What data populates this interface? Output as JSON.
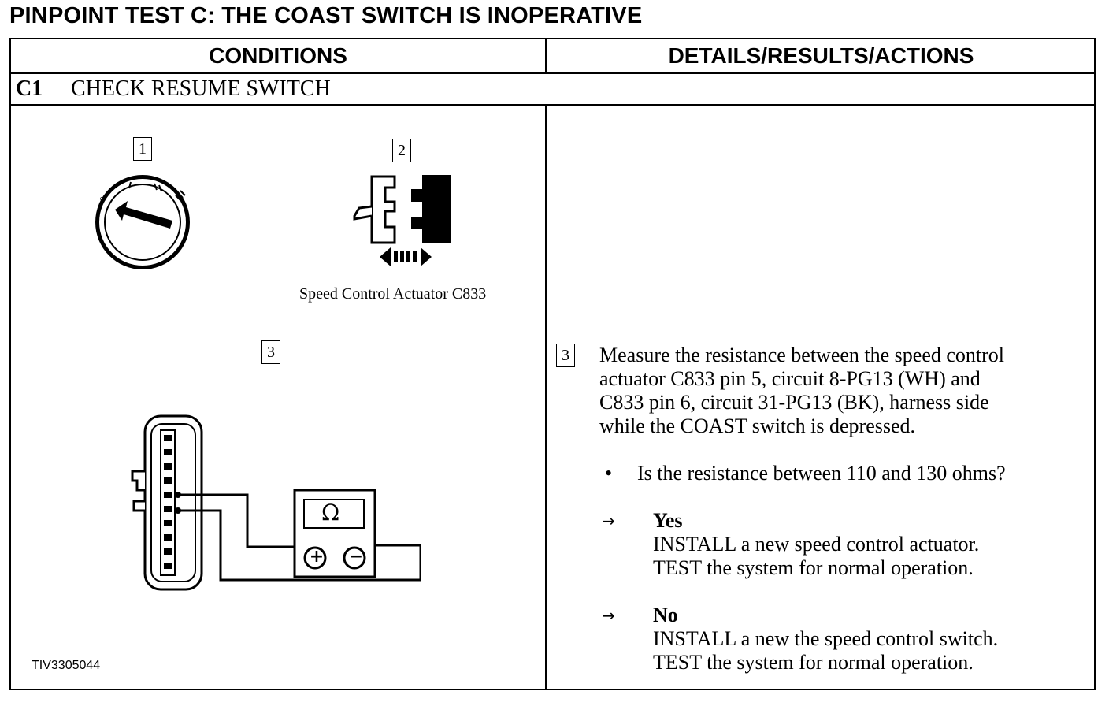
{
  "page_title": "PINPOINT TEST C: THE COAST SWITCH IS INOPERATIVE",
  "table": {
    "col_conditions": "CONDITIONS",
    "col_details": "DETAILS/RESULTS/ACTIONS",
    "step_number": "C1",
    "step_title": "CHECK RESUME SWITCH"
  },
  "figure": {
    "callout_1": "1",
    "callout_2": "2",
    "callout_3": "3",
    "actuator_caption": "Speed Control Actuator C833",
    "ohm_symbol": "Ω",
    "plus_symbol": "+",
    "minus_symbol": "−",
    "figure_id": "TIV3305044",
    "icons": [
      "ignition-switch-icon",
      "connector-disconnect-icon",
      "multimeter-icon",
      "harness-connector-icon"
    ]
  },
  "details": {
    "callout": "3",
    "instruction_lines": [
      "Measure the resistance between the speed control",
      "actuator C833 pin 5, circuit 8-PG13 (WH) and",
      "C833 pin 6, circuit 31-PG13 (BK), harness side",
      "while the COAST switch is depressed."
    ],
    "bullet": "•",
    "question": "Is the resistance between 110 and 130 ohms?",
    "arrow": "→",
    "yes": {
      "label": "Yes",
      "line1": "INSTALL a new speed control actuator.",
      "line2": "TEST the system for normal operation."
    },
    "no": {
      "label": "No",
      "line1": "INSTALL a new the speed control switch.",
      "line2": "TEST the system for normal operation."
    }
  }
}
